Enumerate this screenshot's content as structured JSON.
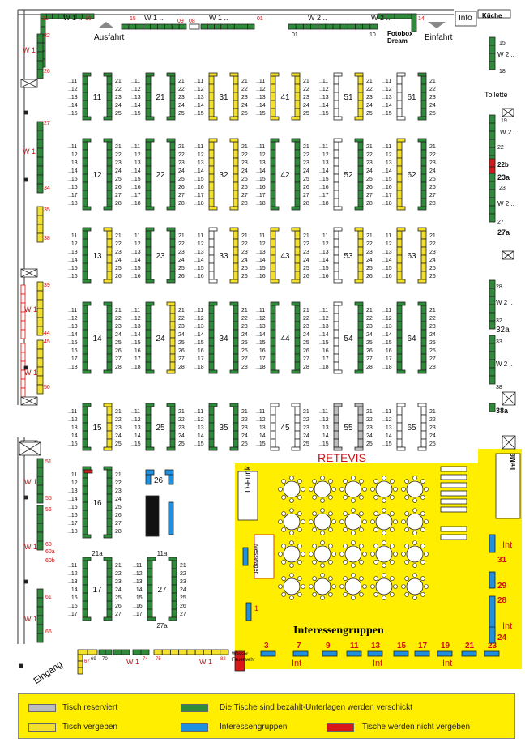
{
  "colors": {
    "green": "#2e8b3a",
    "yellow": "#f3e02a",
    "blue": "#1e90e0",
    "red": "#d81818",
    "gray": "#bdbdbd",
    "white": "#ffffff",
    "area_yellow": "#ffee00"
  },
  "labels": {
    "ausfahrt": "Ausfahrt",
    "einfahrt": "Einfahrt",
    "fotobox": "Fotobox Dream",
    "info": "Info",
    "kueche": "Küche",
    "toilette": "Toilette",
    "retevis": "RETEVIS",
    "interessengruppen": "Interessengruppen",
    "d_funk": "D-Funk",
    "messwagen": "Messwagen",
    "imm": "ImMß",
    "eingang": "Eingang",
    "wasser": "Wasser Feuerwehr"
  },
  "top_row": [
    {
      "label": "W 1",
      "from": "21",
      "to": "16"
    },
    {
      "label": "W 1",
      "from": "15",
      "to": "09"
    },
    {
      "label": "W 1",
      "from": "08",
      "to": "01"
    },
    {
      "label": "W 2",
      "from": "01",
      "to": "10"
    },
    {
      "label": "W 2",
      "from": "",
      "to": "14"
    }
  ],
  "left_wall": [
    {
      "label": "W 1",
      "top": "22",
      "bottom": "26"
    },
    {
      "label": "W 1",
      "top": "27",
      "bottom": "34"
    },
    {
      "label": "",
      "top": "35",
      "bottom": "38"
    },
    {
      "label": "W 1",
      "top": "39",
      "bottom": "44"
    },
    {
      "label": "W 1",
      "top": "45",
      "bottom": "50"
    },
    {
      "label": "W 1",
      "top": "51",
      "bottom": "55"
    },
    {
      "label": "W 1",
      "top": "56",
      "bottom": "60"
    },
    {
      "label": "",
      "top": "60a",
      "bottom": "60b"
    },
    {
      "label": "W 1",
      "top": "61",
      "bottom": "66"
    }
  ],
  "right_wall": [
    {
      "label": "W 2",
      "top": "15",
      "bottom": "18"
    },
    {
      "label": "W 2",
      "top": "19",
      "bottom": "22"
    },
    {
      "label": "",
      "top": "22b",
      "bottom": ""
    },
    {
      "label": "W 2",
      "top": "23a",
      "bottom": "27"
    },
    {
      "label": "",
      "top": "27a",
      "bottom": ""
    },
    {
      "label": "W 2",
      "top": "28",
      "bottom": "32"
    },
    {
      "label": "",
      "top": "32a",
      "bottom": ""
    },
    {
      "label": "W 2",
      "top": "33",
      "bottom": "38"
    },
    {
      "label": "",
      "top": "38a",
      "bottom": ""
    }
  ],
  "blocks": [
    {
      "id": "11",
      "rows": 5
    },
    {
      "id": "21",
      "rows": 5
    },
    {
      "id": "31",
      "rows": 5
    },
    {
      "id": "41",
      "rows": 5
    },
    {
      "id": "51",
      "rows": 5
    },
    {
      "id": "61",
      "rows": 5
    },
    {
      "id": "12",
      "rows": 8
    },
    {
      "id": "22",
      "rows": 8
    },
    {
      "id": "32",
      "rows": 8
    },
    {
      "id": "42",
      "rows": 8
    },
    {
      "id": "52",
      "rows": 8
    },
    {
      "id": "62",
      "rows": 8
    },
    {
      "id": "13",
      "rows": 6
    },
    {
      "id": "23",
      "rows": 6
    },
    {
      "id": "33",
      "rows": 6
    },
    {
      "id": "43",
      "rows": 6
    },
    {
      "id": "53",
      "rows": 6
    },
    {
      "id": "63",
      "rows": 6
    },
    {
      "id": "14",
      "rows": 8
    },
    {
      "id": "24",
      "rows": 8
    },
    {
      "id": "34",
      "rows": 8
    },
    {
      "id": "44",
      "rows": 8
    },
    {
      "id": "54",
      "rows": 8
    },
    {
      "id": "64",
      "rows": 8
    },
    {
      "id": "15",
      "rows": 5
    },
    {
      "id": "25",
      "rows": 5
    },
    {
      "id": "35",
      "rows": 5
    },
    {
      "id": "45",
      "rows": 5
    },
    {
      "id": "55",
      "rows": 5
    },
    {
      "id": "65",
      "rows": 5
    },
    {
      "id": "16",
      "rows": 8
    },
    {
      "id": "26",
      "rows": 2
    },
    {
      "id": "17",
      "rows": 7,
      "top_label": "21a"
    },
    {
      "id": "27",
      "rows": 7,
      "top_label": "11a",
      "bottom_label": "27a"
    }
  ],
  "row_numbers_left": [
    "11",
    "12",
    "13",
    "14",
    "15",
    "16",
    "17",
    "18"
  ],
  "row_numbers_right": [
    "21",
    "22",
    "23",
    "24",
    "25",
    "26",
    "27",
    "28"
  ],
  "bottom_row": [
    {
      "label": "W 1",
      "from": "67",
      "to": "74"
    },
    {
      "label": "W 1",
      "from": "75",
      "to": "82"
    }
  ],
  "int_row": {
    "numbers": [
      "3",
      "7",
      "9",
      "11",
      "13",
      "15",
      "17",
      "19",
      "21",
      "23"
    ],
    "int_labels": [
      "Int",
      "Int",
      "Int"
    ]
  },
  "int_right": [
    {
      "label": "Int",
      "num": "31"
    },
    {
      "label": "",
      "num": "29"
    },
    {
      "label": "",
      "num": "28"
    },
    {
      "label": "Int",
      "num": "24"
    }
  ],
  "misc_numbers": {
    "one": "1"
  },
  "legend": [
    {
      "label": "Tisch reserviert",
      "color": "#bdbdbd"
    },
    {
      "label": "Tisch vergeben",
      "color": "#f3e02a"
    },
    {
      "label": "Die Tische sind bezahlt-Unterlagen werden verschickt",
      "color": "#2e8b3a"
    },
    {
      "label": "Interessengruppen",
      "color": "#1e90e0"
    },
    {
      "label": "Tische werden nicht vergeben",
      "color": "#d81818"
    }
  ]
}
